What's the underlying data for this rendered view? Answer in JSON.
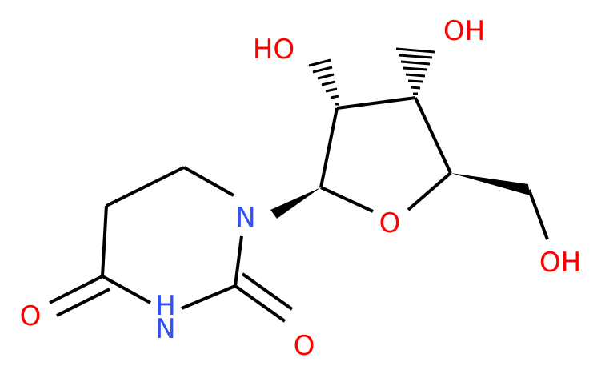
{
  "atoms": {
    "oh_left": "HO",
    "oh_right": "OH",
    "oh_ch2": "OH",
    "o_ring": "O",
    "n1": "N",
    "nh": "N",
    "nh_h": "H",
    "o_c4": "O",
    "o_c2": "O"
  },
  "colors": {
    "bond": "#000000",
    "oxygen": "#ff0000",
    "nitrogen": "#3050f8"
  }
}
